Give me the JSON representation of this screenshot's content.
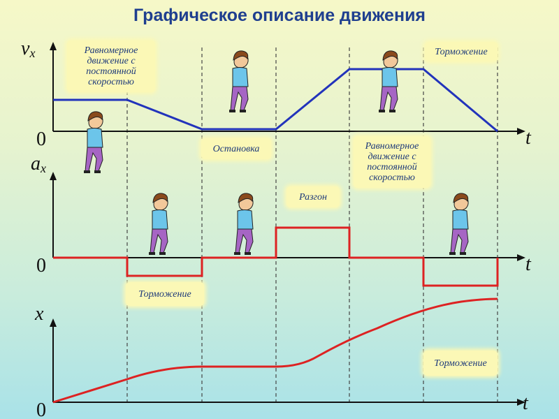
{
  "title": "Графическое описание движения",
  "charts": {
    "velocity": {
      "axis_label": "v",
      "axis_subscript": "x",
      "t_label": "t",
      "origin_label": "0",
      "segments": [
        {
          "phase": 1,
          "value": 1.0
        },
        {
          "phase": 2,
          "value_start": 1.0,
          "value_end": 0.0
        },
        {
          "phase": 3,
          "value": 0.0
        },
        {
          "phase": 4,
          "value_start": 0.0,
          "value_end": 2.0
        },
        {
          "phase": 5,
          "value": 2.0
        },
        {
          "phase": 6,
          "value_start": 2.0,
          "value_end": 0.0
        }
      ],
      "color": "#2233bb"
    },
    "acceleration": {
      "axis_label": "a",
      "axis_subscript": "x",
      "t_label": "t",
      "origin_label": "0",
      "values": [
        0,
        -1,
        0,
        2,
        0,
        -2
      ],
      "color": "#dd2222"
    },
    "position": {
      "axis_label": "x",
      "t_label": "t",
      "origin_label": "0",
      "color": "#dd2222"
    }
  },
  "notes": {
    "uniform_1": "Равномерное движение с постоянной скоростью",
    "braking_top": "Торможение",
    "stop": "Остановка",
    "uniform_2": "Равномерное движение с постоянной скоростью",
    "acceleration": "Разгон",
    "braking_mid": "Торможение",
    "braking_bottom": "Торможение"
  },
  "colors": {
    "title": "#1f3f8f",
    "note_bg": "#fbf8b6",
    "note_text": "#1e3a7a",
    "figure_shirt": "#6cc5ea",
    "figure_pants": "#a665c4",
    "figure_hair": "#8a4a1c"
  }
}
